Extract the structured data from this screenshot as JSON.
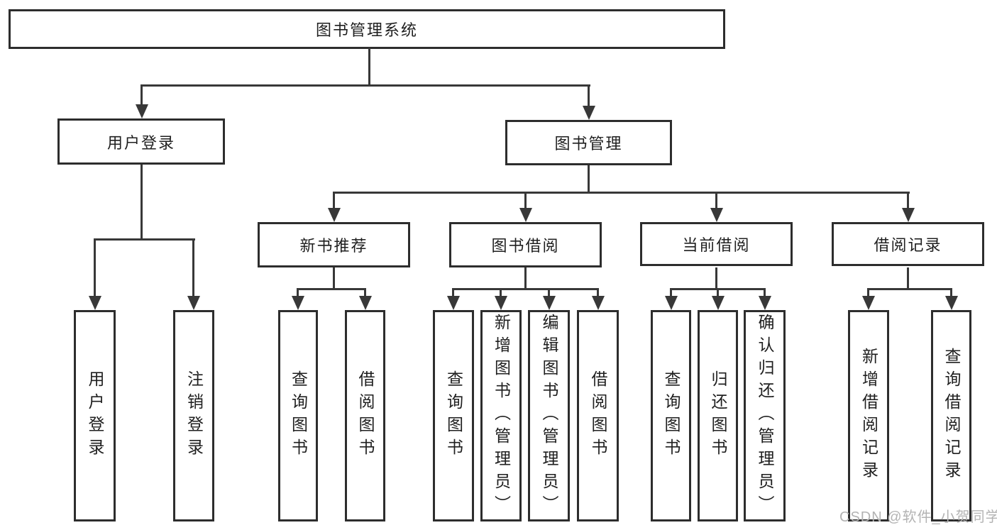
{
  "tree": {
    "label": "图书管理系统",
    "children": [
      {
        "label": "用户登录",
        "children": [
          {
            "label": "用户登录"
          },
          {
            "label": "注销登录"
          }
        ]
      },
      {
        "label": "图书管理",
        "children": [
          {
            "label": "新书推荐",
            "children": [
              {
                "label": "查询图书"
              },
              {
                "label": "借阅图书"
              }
            ]
          },
          {
            "label": "图书借阅",
            "children": [
              {
                "label": "查询图书"
              },
              {
                "label": "新增图书（管理员）"
              },
              {
                "label": "编辑图书（管理员）"
              },
              {
                "label": "借阅图书"
              }
            ]
          },
          {
            "label": "当前借阅",
            "children": [
              {
                "label": "查询图书"
              },
              {
                "label": "归还图书"
              },
              {
                "label": "确认归还（管理员）"
              }
            ]
          },
          {
            "label": "借阅记录",
            "children": [
              {
                "label": "新增借阅记录"
              },
              {
                "label": "查询借阅记录"
              }
            ]
          }
        ]
      }
    ]
  },
  "watermark": {
    "text": "CSDN @软件_小贺同学"
  },
  "colors": {
    "line": "#383838",
    "box_border": "#2d2d2d",
    "watermark": "#b3b3b3",
    "background": "#ffffff"
  }
}
